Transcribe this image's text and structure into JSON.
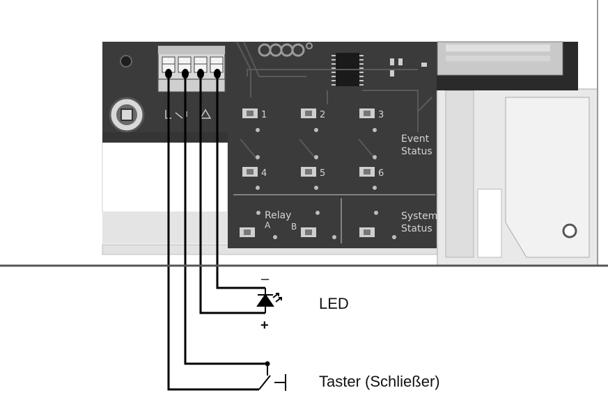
{
  "board": {
    "leds": [
      {
        "id": "1",
        "label": "1"
      },
      {
        "id": "2",
        "label": "2"
      },
      {
        "id": "3",
        "label": "3"
      },
      {
        "id": "4",
        "label": "4"
      },
      {
        "id": "5",
        "label": "5"
      },
      {
        "id": "6",
        "label": "6"
      }
    ],
    "event_status": [
      "Event",
      "Status"
    ],
    "system_status": [
      "System",
      "Status"
    ],
    "relay": {
      "label": "Relay",
      "a": "A",
      "b": "B"
    }
  },
  "wiring": {
    "led_label": "LED",
    "minus": "–",
    "plus": "+",
    "switch_label": "Taster (Schließer)"
  },
  "colors": {
    "pcb": "#3b3b3b",
    "silkscreen": "#d4d4d4",
    "wire": "#000000",
    "housing": "#e9e9e9"
  }
}
